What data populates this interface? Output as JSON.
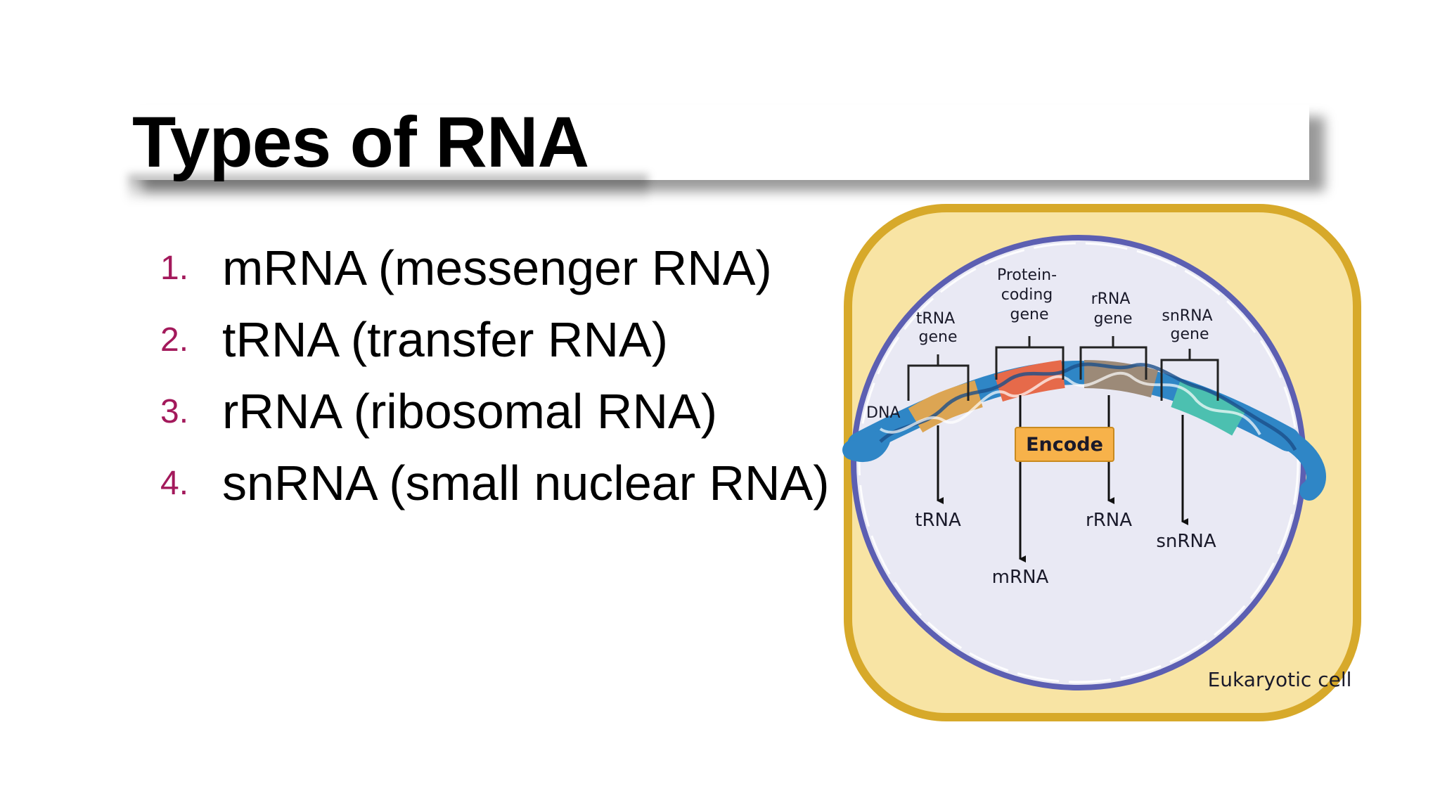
{
  "slide": {
    "title": "Types of RNA",
    "items": [
      {
        "number": "1.",
        "text": "mRNA (messenger RNA)"
      },
      {
        "number": "2.",
        "text": "tRNA (transfer RNA)"
      },
      {
        "number": "3.",
        "text": "rRNA (ribosomal RNA)"
      },
      {
        "number": "4.",
        "text": "snRNA (small nuclear RNA)"
      }
    ]
  },
  "diagram": {
    "dna_label": "DNA",
    "trna_gene": [
      "tRNA",
      "gene"
    ],
    "protein_gene": [
      "Protein-",
      "coding",
      "gene"
    ],
    "rrna_gene": [
      "rRNA",
      "gene"
    ],
    "snrna_gene": [
      "snRNA",
      "gene"
    ],
    "encode": "Encode",
    "out_trna": "tRNA",
    "out_mrna": "mRNA",
    "out_rrna": "rRNA",
    "out_snrna": "snRNA",
    "cell_label": "Eukaryotic cell",
    "colors": {
      "cell": "#f8e4a4",
      "cell_border": "#d7a92a",
      "nucleus": "#e9e9f4",
      "nucleus_border": "#5c5fb2",
      "dna": "#2f86c6",
      "trna_band": "#dca553",
      "mrna_band": "#e66a4a",
      "rrna_band": "#9c8a78",
      "snrna_band": "#4cc0b0",
      "encode_box": "#f7b24a",
      "list_number": "#a3195b"
    }
  }
}
